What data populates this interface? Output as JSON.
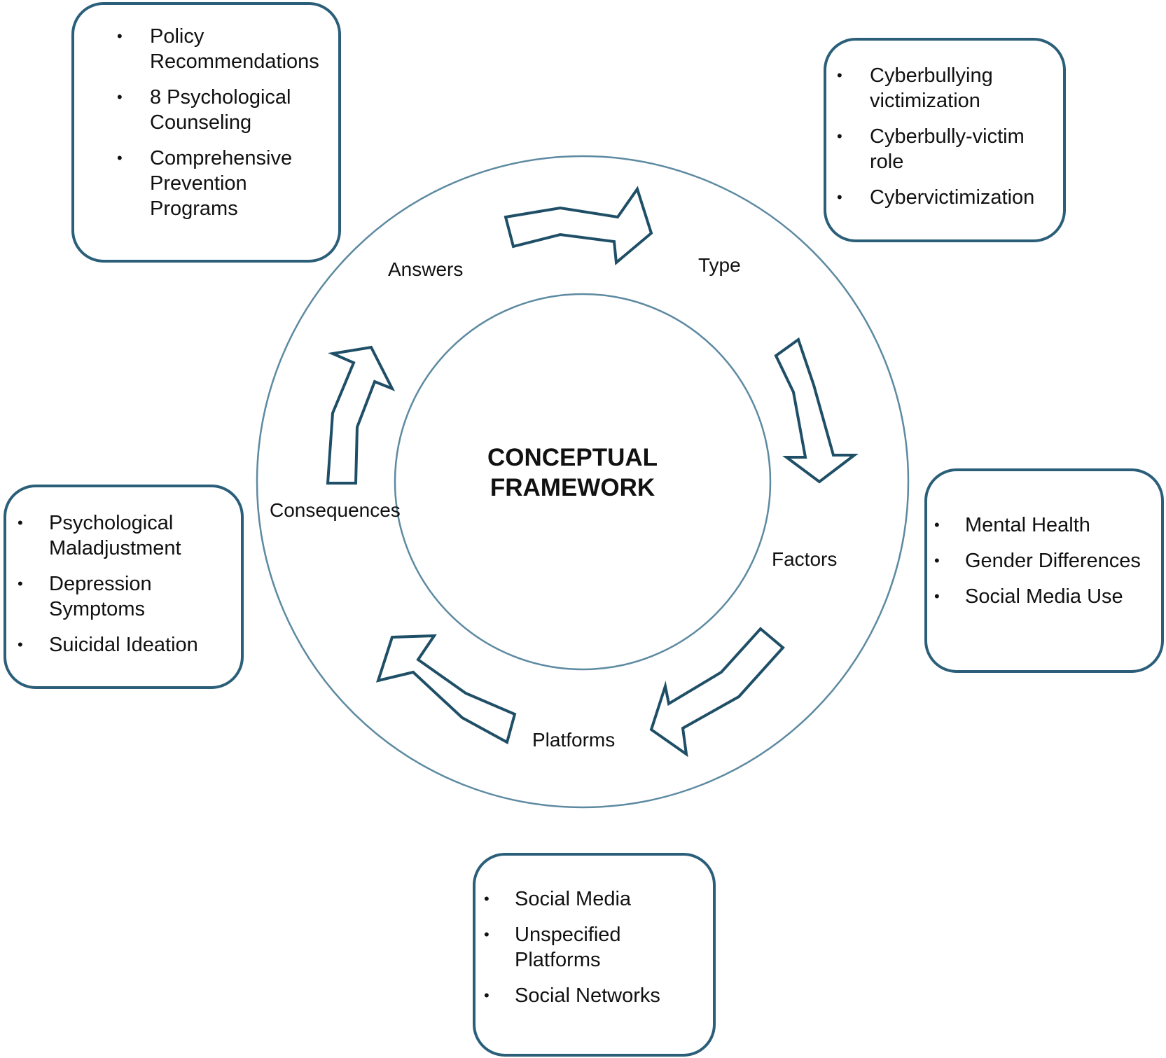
{
  "center": {
    "line1": "CONCEPTUAL",
    "line2": "FRAMEWORK"
  },
  "nodes": {
    "answers": "Answers",
    "type": "Type",
    "factors": "Factors",
    "platforms": "Platforms",
    "consequences": "Consequences"
  },
  "boxes": {
    "answers": {
      "items": [
        "Policy Recommendations",
        "8 Psychological Counseling",
        "Comprehensive Prevention Programs"
      ]
    },
    "type": {
      "items": [
        "Cyberbullying victimization",
        "Cyberbully-victim role",
        "Cybervictimization"
      ]
    },
    "factors": {
      "items": [
        "Mental Health",
        "Gender Differences",
        "Social Media Use"
      ]
    },
    "platforms": {
      "items": [
        "Social Media",
        "Unspecified Platforms",
        "Social Networks"
      ]
    },
    "consequences": {
      "items": [
        "Psychological Maladjustment",
        "Depression Symptoms",
        "Suicidal Ideation"
      ]
    }
  },
  "colors": {
    "box_border": "#2b5f79",
    "circle_stroke": "#5d8aa1",
    "arrow_stroke": "#1f4f67"
  }
}
